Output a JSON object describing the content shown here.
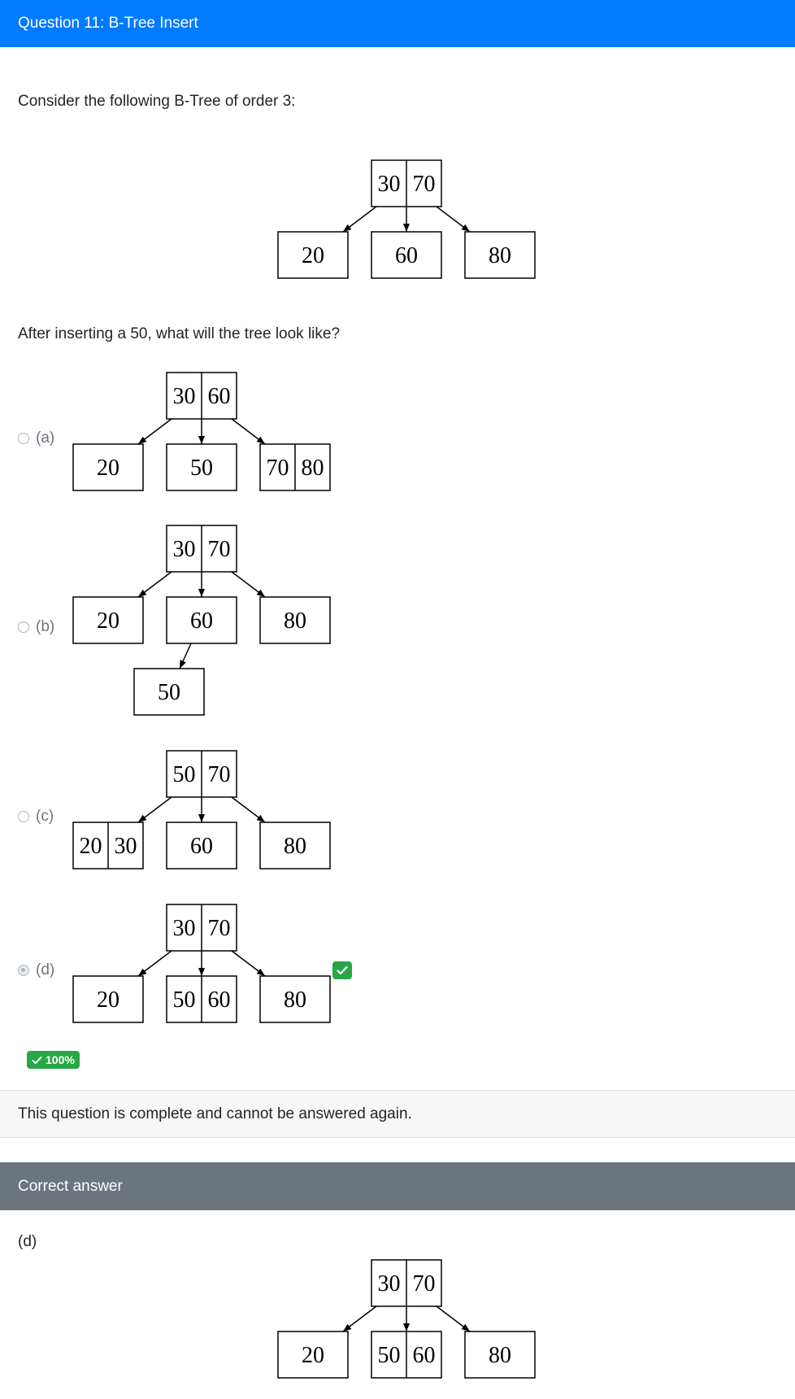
{
  "header": {
    "title": "Question 11: B-Tree Insert"
  },
  "question": {
    "intro": "Consider the following B-Tree of order 3:",
    "prompt": "After inserting a 50, what will the tree look like?"
  },
  "initial_tree": {
    "root": [
      "30",
      "70"
    ],
    "children": [
      [
        "20"
      ],
      [
        "60"
      ],
      [
        "80"
      ]
    ]
  },
  "options": [
    {
      "label": "(a)",
      "checked": false,
      "tree": {
        "root": [
          "30",
          "60"
        ],
        "children": [
          [
            "20"
          ],
          [
            "50"
          ],
          [
            "70",
            "80"
          ]
        ]
      }
    },
    {
      "label": "(b)",
      "checked": false,
      "tree": {
        "root": [
          "30",
          "70"
        ],
        "children": [
          [
            "20"
          ],
          [
            "60"
          ],
          [
            "80"
          ]
        ],
        "grandchild": [
          "50"
        ]
      }
    },
    {
      "label": "(c)",
      "checked": false,
      "tree": {
        "root": [
          "50",
          "70"
        ],
        "children": [
          [
            "20",
            "30"
          ],
          [
            "60"
          ],
          [
            "80"
          ]
        ]
      }
    },
    {
      "label": "(d)",
      "checked": true,
      "tree": {
        "root": [
          "30",
          "70"
        ],
        "children": [
          [
            "20"
          ],
          [
            "50",
            "60"
          ],
          [
            "80"
          ]
        ]
      }
    }
  ],
  "feedback": {
    "selected_correct_icon": "check-icon",
    "score": "100%",
    "status": "This question is complete and cannot be answered again."
  },
  "correct_answer": {
    "header": "Correct answer",
    "label": "(d)",
    "tree": {
      "root": [
        "30",
        "70"
      ],
      "children": [
        [
          "20"
        ],
        [
          "50",
          "60"
        ],
        [
          "80"
        ]
      ]
    }
  },
  "colors": {
    "primary": "#007bff",
    "success": "#28a745",
    "secondary": "#6c757d",
    "status_background": "#f7f7f7"
  }
}
